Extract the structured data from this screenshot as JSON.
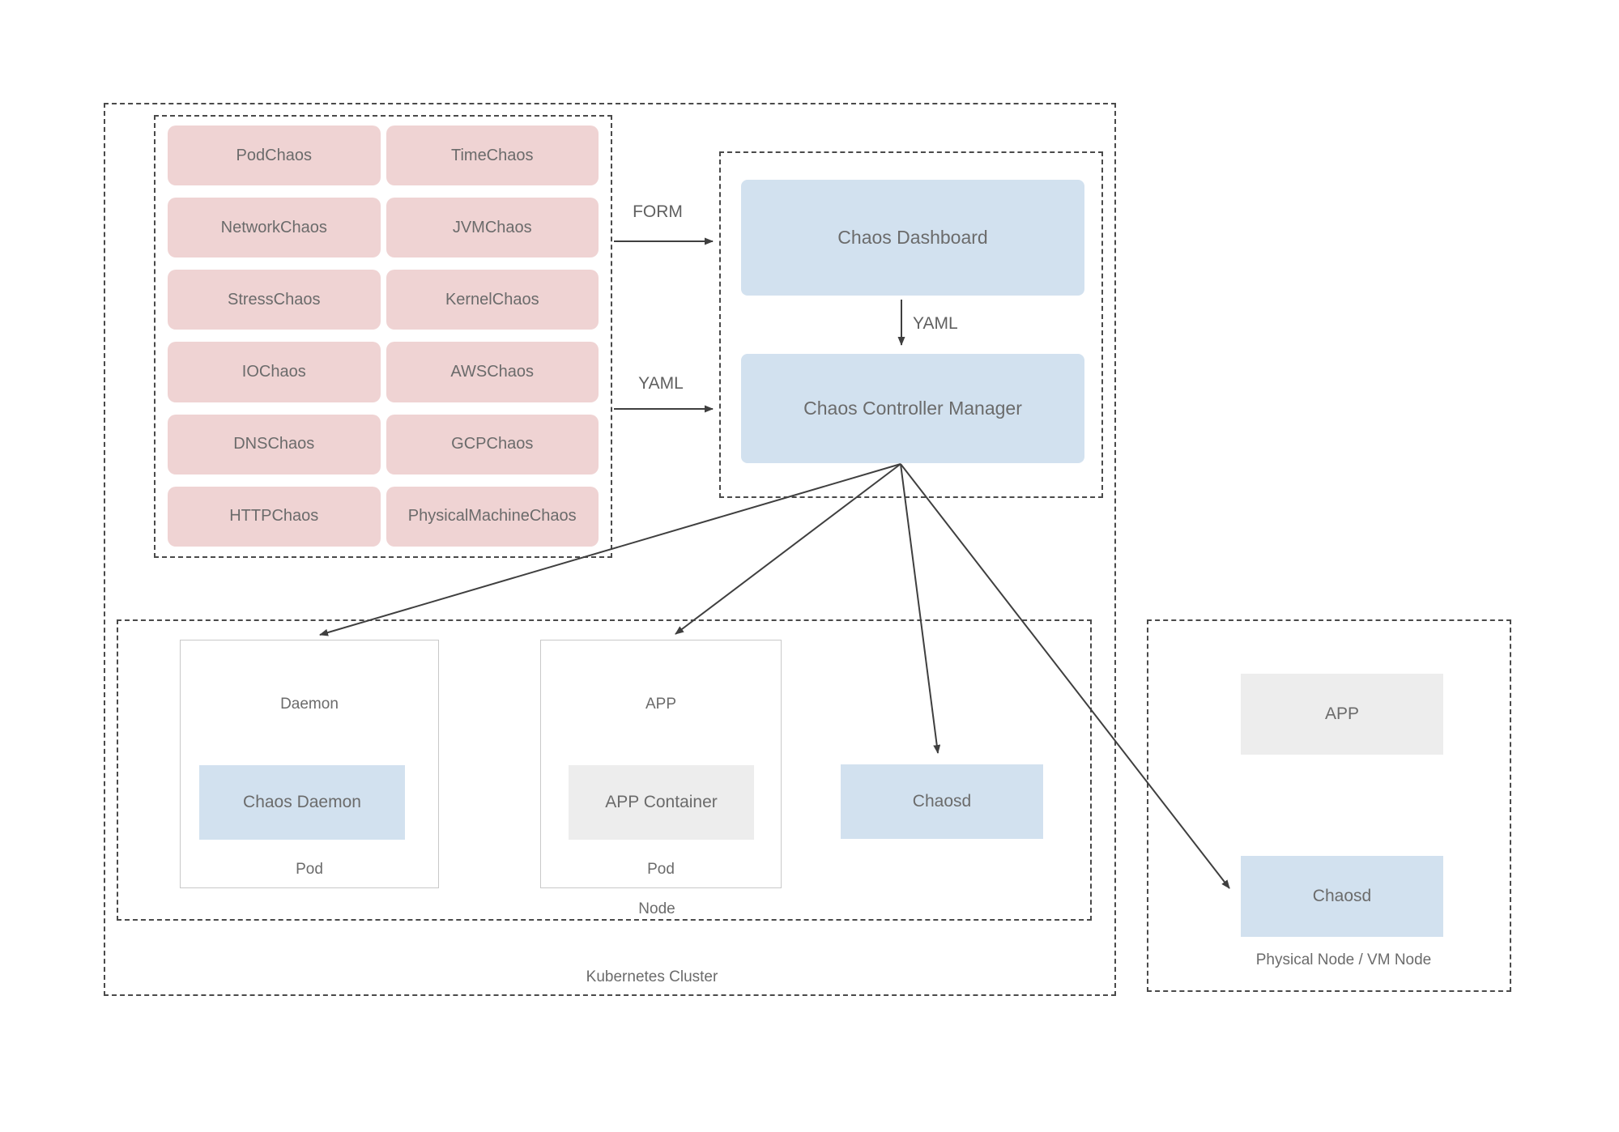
{
  "diagram": {
    "chaos_types": [
      "PodChaos",
      "TimeChaos",
      "NetworkChaos",
      "JVMChaos",
      "StressChaos",
      "KernelChaos",
      "IOChaos",
      "AWSChaos",
      "DNSChaos",
      "GCPChaos",
      "HTTPChaos",
      "PhysicalMachineChaos"
    ],
    "arrows": {
      "form_label": "FORM",
      "yaml_input_label": "YAML",
      "yaml_dashboard_to_controller_label": "YAML"
    },
    "control_plane": {
      "dashboard": "Chaos Dashboard",
      "controller": "Chaos Controller Manager"
    },
    "node": {
      "pod1": {
        "title": "Daemon",
        "container": "Chaos Daemon",
        "footer": "Pod"
      },
      "pod2": {
        "title": "APP",
        "container": "APP Container",
        "footer": "Pod"
      },
      "chaosd": "Chaosd",
      "footer": "Node"
    },
    "cluster_label": "Kubernetes Cluster",
    "physical_node": {
      "app": "APP",
      "chaosd": "Chaosd",
      "footer": "Physical Node / VM Node"
    },
    "colors": {
      "box_pink": "#efd3d3",
      "box_blue": "#d2e1ef",
      "box_gray": "#ededed",
      "text_gray": "#6b6b6b",
      "dash_border": "#4a4a4a",
      "pod_border": "#c9c9c9",
      "arrow": "#3f3f3f",
      "background": "#ffffff"
    }
  }
}
